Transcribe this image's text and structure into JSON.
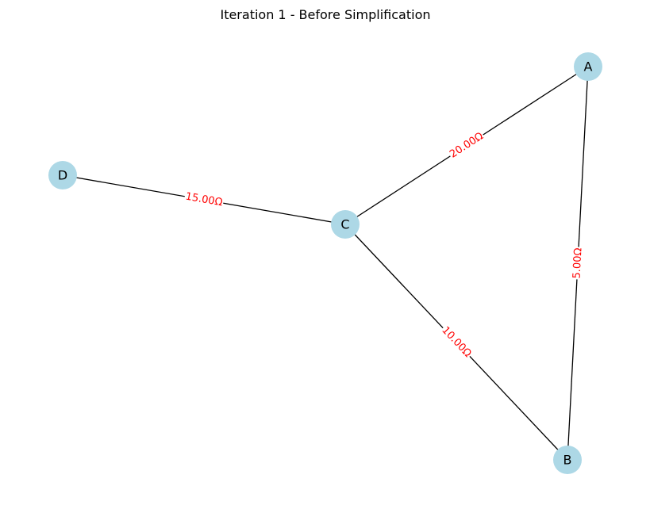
{
  "title": "Iteration 1 - Before Simplification",
  "style": {
    "node_color": "#add8e6",
    "edge_color": "#000000",
    "edge_label_color": "#ff0000",
    "background": "#ffffff"
  },
  "nodes": [
    {
      "id": "A",
      "label": "A"
    },
    {
      "id": "B",
      "label": "B"
    },
    {
      "id": "C",
      "label": "C"
    },
    {
      "id": "D",
      "label": "D"
    }
  ],
  "edges": [
    {
      "source": "D",
      "target": "C",
      "label": "15.00Ω"
    },
    {
      "source": "C",
      "target": "A",
      "label": "20.00Ω"
    },
    {
      "source": "C",
      "target": "B",
      "label": "10.00Ω"
    },
    {
      "source": "A",
      "target": "B",
      "label": "5.00Ω"
    }
  ]
}
